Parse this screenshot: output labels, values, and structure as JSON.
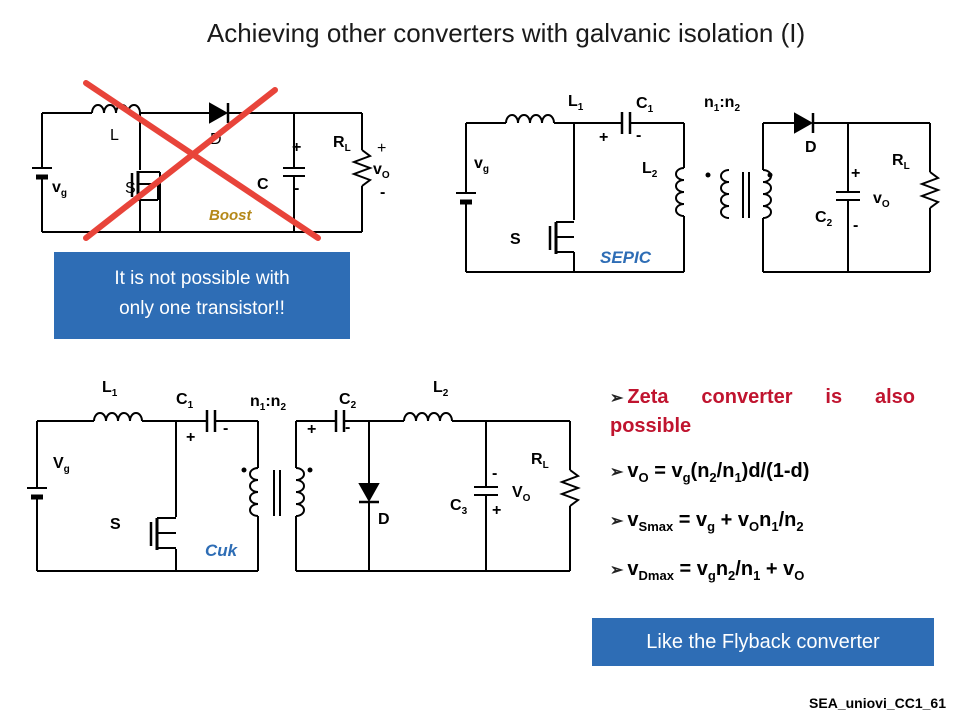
{
  "title": "Achieving other converters with galvanic isolation (I)",
  "boost": {
    "name": "Boost",
    "labels": {
      "vg": "v",
      "vg_sub": "g",
      "L": "L",
      "D": "D",
      "S": "S",
      "C": "C",
      "RL": "R",
      "RL_sub": "L",
      "plus": "+",
      "minus": "-",
      "vo": "v",
      "vo_sub": "O"
    }
  },
  "note_box": {
    "line1": "It is not possible with",
    "line2": "only one transistor!!"
  },
  "sepic": {
    "name": "SEPIC",
    "labels": {
      "vg": "v",
      "vg_sub": "g",
      "L1": "L",
      "L1_sub": "1",
      "C1": "C",
      "C1_sub": "1",
      "ratio": "n",
      "ratio_a": "1",
      "ratio_b": "2",
      "L2": "L",
      "L2_sub": "2",
      "D": "D",
      "S": "S",
      "C2": "C",
      "C2_sub": "2",
      "RL": "R",
      "RL_sub": "L",
      "vo": "v",
      "vo_sub": "O",
      "plus": "+",
      "minus": "-"
    }
  },
  "cuk": {
    "name": "Cuk",
    "labels": {
      "vg": "V",
      "vg_sub": "g",
      "L1": "L",
      "L1_sub": "1",
      "C1": "C",
      "C1_sub": "1",
      "ratio": "n",
      "ratio_a": "1",
      "ratio_b": "2",
      "C2": "C",
      "C2_sub": "2",
      "L2": "L",
      "L2_sub": "2",
      "D": "D",
      "S": "S",
      "C3": "C",
      "C3_sub": "3",
      "RL": "R",
      "RL_sub": "L",
      "vo": "V",
      "vo_sub": "O",
      "plus": "+",
      "minus": "-"
    }
  },
  "bullets": {
    "zeta_words": [
      "Zeta",
      "converter",
      "is",
      "also"
    ],
    "zeta_line2": "possible",
    "eq1": {
      "a": "v",
      "a_sub": "O",
      "b": " = v",
      "b_sub": "g",
      "c": "(n",
      "c_sub": "2",
      "d": "/n",
      "d_sub": "1",
      "e": ")d/(1-d)"
    },
    "eq2": {
      "a": "v",
      "a_sub": "Smax",
      "b": " = v",
      "b_sub": "g",
      "c": " + v",
      "c_sub": "O",
      "d": "n",
      "d_sub": "1",
      "e": "/n",
      "e_sub": "2"
    },
    "eq3": {
      "a": "v",
      "a_sub": "Dmax",
      "b": " = v",
      "b_sub": "g",
      "c": "n",
      "c_sub": "2",
      "d": "/n",
      "d_sub": "1",
      "e": " + v",
      "e_sub": "O"
    }
  },
  "flyback_box": "Like the Flyback converter",
  "footer": "SEA_uniovi_CC1_61",
  "colors": {
    "box": "#2e6db5",
    "cross": "#e8443a",
    "accent": "#c0142f",
    "italic_label": "#2e6db5",
    "boost_label": "#b5891a"
  }
}
